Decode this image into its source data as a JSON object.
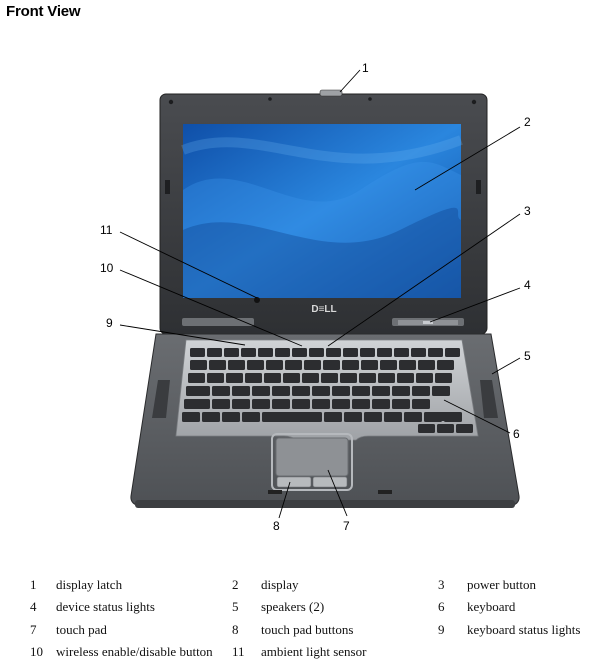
{
  "title": "Front View",
  "logo_text": "D≡LL",
  "callouts": [
    "1",
    "2",
    "3",
    "4",
    "5",
    "6",
    "7",
    "8",
    "9",
    "10",
    "11"
  ],
  "legend": [
    {
      "num": "1",
      "text": "display latch"
    },
    {
      "num": "2",
      "text": "display"
    },
    {
      "num": "3",
      "text": "power button"
    },
    {
      "num": "4",
      "text": "device status lights"
    },
    {
      "num": "5",
      "text": "speakers (2)"
    },
    {
      "num": "6",
      "text": "keyboard"
    },
    {
      "num": "7",
      "text": "touch pad"
    },
    {
      "num": "8",
      "text": "touch pad buttons"
    },
    {
      "num": "9",
      "text": "keyboard status lights"
    },
    {
      "num": "10",
      "text": "wireless enable/disable button"
    },
    {
      "num": "11",
      "text": "ambient light sensor"
    }
  ],
  "colors": {
    "body": "#5b5e62",
    "bezel": "#3c3e41",
    "screen": "#1f6fc9",
    "keyboard_frame": "#b8bbbf",
    "keys": "#2c2d30"
  }
}
